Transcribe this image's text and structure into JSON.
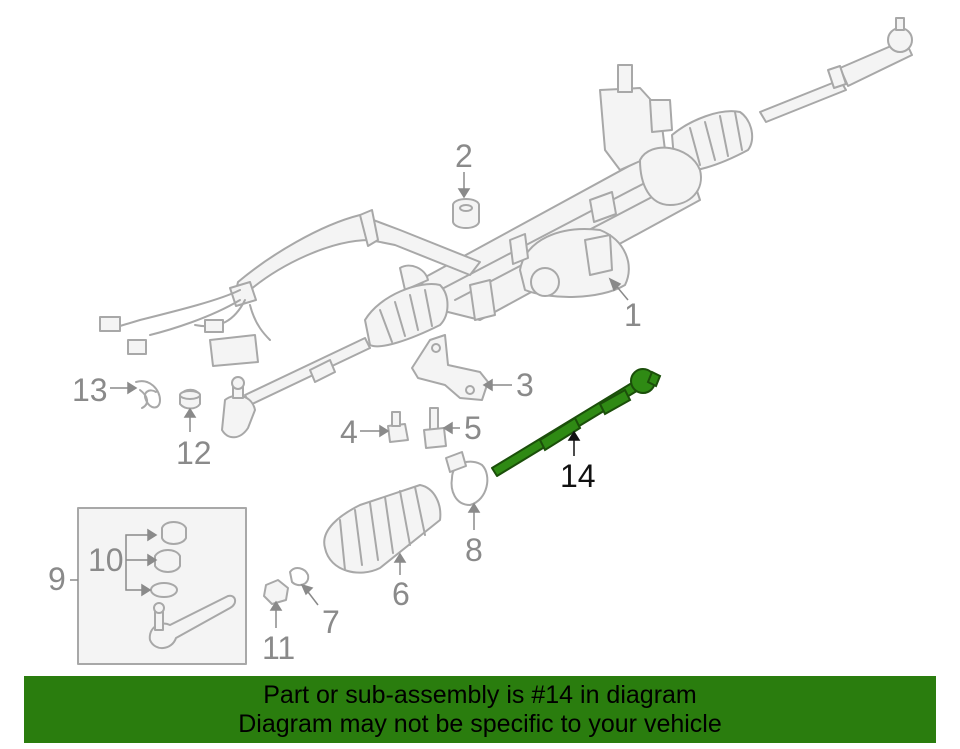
{
  "callouts": {
    "c1": "1",
    "c2": "2",
    "c3": "3",
    "c4": "4",
    "c5": "5",
    "c6": "6",
    "c7": "7",
    "c8": "8",
    "c9": "9",
    "c10": "10",
    "c11": "11",
    "c12": "12",
    "c13": "13",
    "c14": "14"
  },
  "banner": {
    "line1": "Part or sub-assembly is #14 in diagram",
    "line2": "Diagram may not be specific to your vehicle"
  },
  "colors": {
    "line": "#a8a8a8",
    "highlight": "#2f8a14",
    "banner_bg": "#2a7d0e",
    "label": "#8a8a8a"
  }
}
